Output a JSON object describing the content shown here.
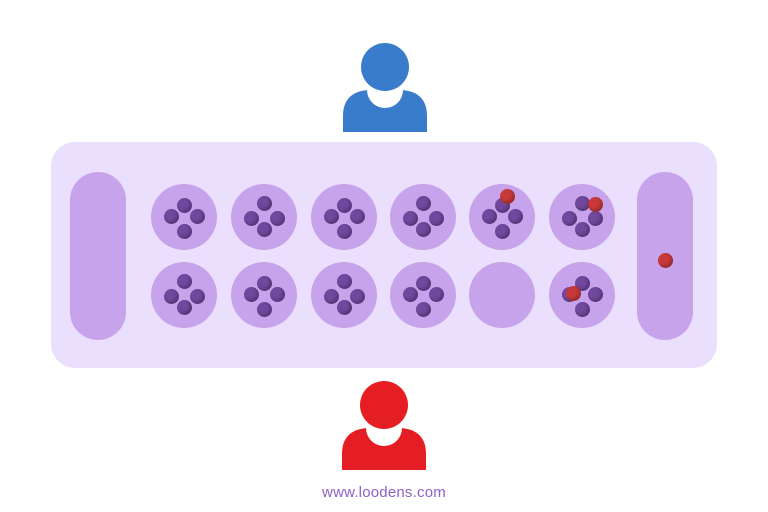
{
  "colors": {
    "board": "#eadffd",
    "pit": "#c6a3eb",
    "seed": "#70489e",
    "seed_opponent": "#c8393a",
    "url_text": "#8d60c4",
    "player_top": "#3a7ccc",
    "player_bottom": "#e41e23"
  },
  "players": {
    "top": {
      "icon": "person-icon",
      "color": "#3a7ccc"
    },
    "bottom": {
      "icon": "person-icon",
      "color": "#e41e23"
    }
  },
  "board": {
    "left_store": {
      "purple": 0,
      "red": 0
    },
    "right_store": {
      "purple": 0,
      "red": 1
    },
    "top_row": [
      {
        "purple": 4,
        "red": 0
      },
      {
        "purple": 4,
        "red": 0
      },
      {
        "purple": 4,
        "red": 0
      },
      {
        "purple": 4,
        "red": 0
      },
      {
        "purple": 4,
        "red": 1
      },
      {
        "purple": 4,
        "red": 1
      }
    ],
    "bottom_row": [
      {
        "purple": 4,
        "red": 0
      },
      {
        "purple": 4,
        "red": 0
      },
      {
        "purple": 4,
        "red": 0
      },
      {
        "purple": 4,
        "red": 0
      },
      {
        "purple": 0,
        "red": 0
      },
      {
        "purple": 4,
        "red": 1
      }
    ]
  },
  "footer": {
    "url": "www.loodens.com"
  }
}
